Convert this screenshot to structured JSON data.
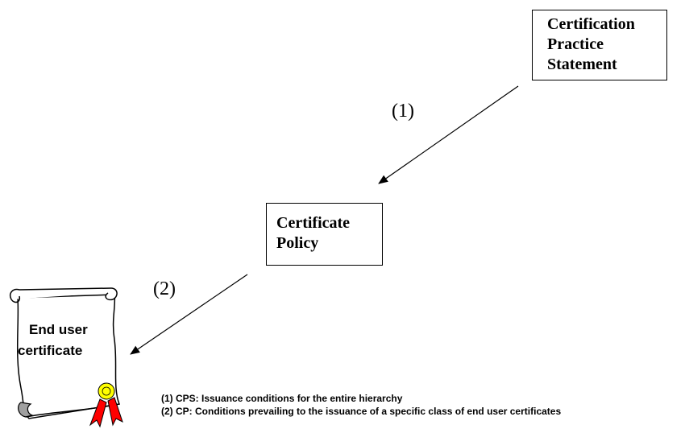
{
  "boxes": {
    "cps": {
      "lines": [
        "Certification",
        "Practice",
        "Statement"
      ]
    },
    "cp": {
      "lines": [
        "Certificate",
        "Policy"
      ]
    }
  },
  "arrows": {
    "step1_label": "(1)",
    "step2_label": "(2)"
  },
  "certificate": {
    "lines": [
      "End user",
      "certificate"
    ]
  },
  "legend": {
    "item1": "(1) CPS: Issuance conditions for the entire hierarchy",
    "item2": "(2) CP: Conditions prevailing to the issuance of a specific class of end user certificates"
  },
  "colors": {
    "line": "#000000",
    "scroll_fill": "#ffffff",
    "scroll_shadow": "#a0a0a0",
    "seal_gold": "#ffff00",
    "ribbon_red": "#ff0000"
  }
}
